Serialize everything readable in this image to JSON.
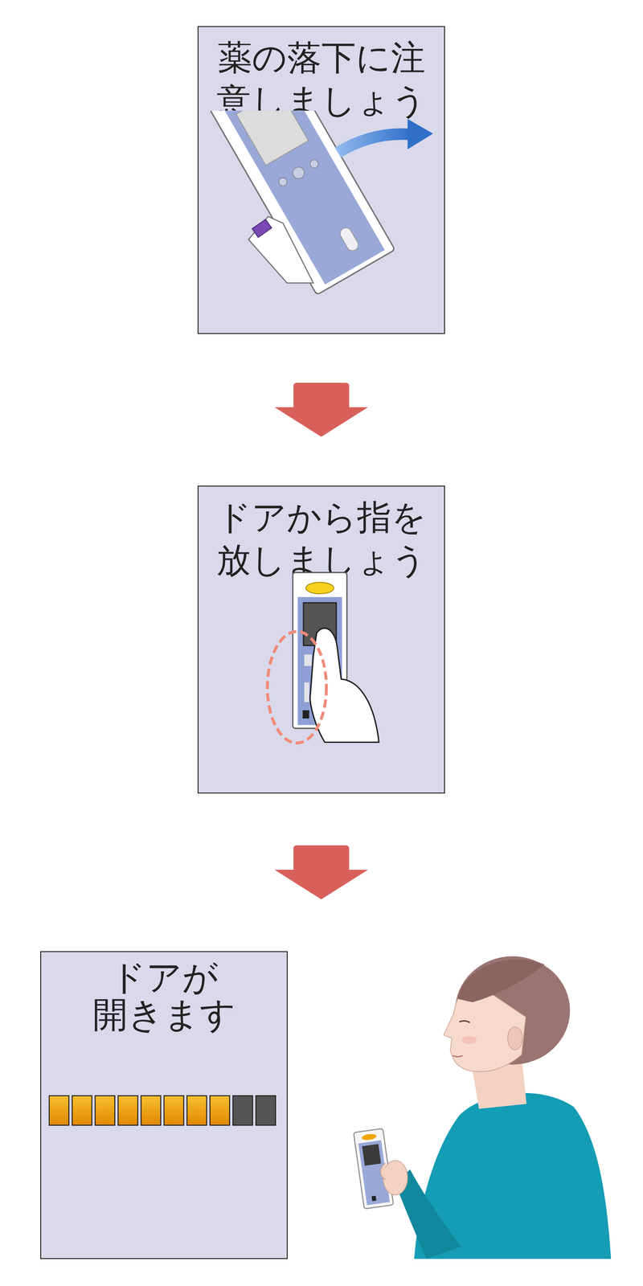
{
  "diagram": {
    "nodes": [
      {
        "text": [
          "薬の落下に注意しましょう"
        ]
      },
      {
        "text": [
          "ドアから指を放しましょう"
        ]
      },
      {
        "text": [
          "ドアが 開きます"
        ]
      }
    ],
    "edges": [
      {
        "from": 0,
        "to": 1,
        "arrow": "to"
      },
      {
        "from": 1,
        "to": 2,
        "arrow": "to"
      }
    ]
  }
}
